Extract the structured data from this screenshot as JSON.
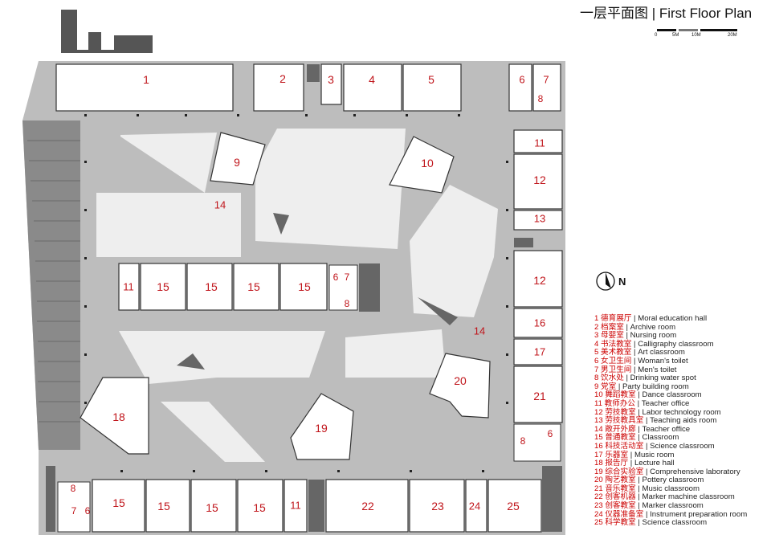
{
  "title": "一层平面图 | First Floor Plan",
  "scale_bar": {
    "labels": [
      "0",
      "5M",
      "10M",
      "20M"
    ]
  },
  "north_label": "N",
  "rooms": [
    {
      "id": "r1",
      "label": "1"
    },
    {
      "id": "r2",
      "label": "2"
    },
    {
      "id": "r3",
      "label": "3"
    },
    {
      "id": "r4",
      "label": "4"
    },
    {
      "id": "r5",
      "label": "5"
    },
    {
      "id": "r6a",
      "label": "6"
    },
    {
      "id": "r7a",
      "label": "7"
    },
    {
      "id": "r8a",
      "label": "8"
    },
    {
      "id": "r9",
      "label": "9"
    },
    {
      "id": "r10",
      "label": "10"
    },
    {
      "id": "r11a",
      "label": "11"
    },
    {
      "id": "r12a",
      "label": "12"
    },
    {
      "id": "r13",
      "label": "13"
    },
    {
      "id": "r14a",
      "label": "14"
    },
    {
      "id": "r11b",
      "label": "11"
    },
    {
      "id": "r15a",
      "label": "15"
    },
    {
      "id": "r15b",
      "label": "15"
    },
    {
      "id": "r15c",
      "label": "15"
    },
    {
      "id": "r15d",
      "label": "15"
    },
    {
      "id": "r6b",
      "label": "6"
    },
    {
      "id": "r7b",
      "label": "7"
    },
    {
      "id": "r8b",
      "label": "8"
    },
    {
      "id": "r12b",
      "label": "12"
    },
    {
      "id": "r16",
      "label": "16"
    },
    {
      "id": "r14b",
      "label": "14"
    },
    {
      "id": "r17",
      "label": "17"
    },
    {
      "id": "r20",
      "label": "20"
    },
    {
      "id": "r21",
      "label": "21"
    },
    {
      "id": "r18",
      "label": "18"
    },
    {
      "id": "r19",
      "label": "19"
    },
    {
      "id": "r8c",
      "label": "8"
    },
    {
      "id": "r6c",
      "label": "6"
    },
    {
      "id": "r8d",
      "label": "8"
    },
    {
      "id": "r7c",
      "label": "7"
    },
    {
      "id": "r6d",
      "label": "6"
    },
    {
      "id": "r15e",
      "label": "15"
    },
    {
      "id": "r15f",
      "label": "15"
    },
    {
      "id": "r15g",
      "label": "15"
    },
    {
      "id": "r15h",
      "label": "15"
    },
    {
      "id": "r11c",
      "label": "11"
    },
    {
      "id": "r22",
      "label": "22"
    },
    {
      "id": "r23",
      "label": "23"
    },
    {
      "id": "r24",
      "label": "24"
    },
    {
      "id": "r25",
      "label": "25"
    }
  ],
  "legend": [
    {
      "num": "1",
      "zh": "德育展厅",
      "en": "Moral education hall"
    },
    {
      "num": "2",
      "zh": "档案室",
      "en": "Archive room"
    },
    {
      "num": "3",
      "zh": "母婴室",
      "en": "Nursing room"
    },
    {
      "num": "4",
      "zh": "书法教室",
      "en": "Calligraphy classroom"
    },
    {
      "num": "5",
      "zh": "美术教室",
      "en": "Art classroom"
    },
    {
      "num": "6",
      "zh": "女卫生间",
      "en": "Woman's toilet"
    },
    {
      "num": "7",
      "zh": "男卫生间",
      "en": "Men's toilet"
    },
    {
      "num": "8",
      "zh": "饮水处",
      "en": "Drinking water spot"
    },
    {
      "num": "9",
      "zh": "党室",
      "en": "Party building room"
    },
    {
      "num": "10",
      "zh": "舞蹈教室",
      "en": "Dance classroom"
    },
    {
      "num": "11",
      "zh": "教师办公",
      "en": "Teacher office"
    },
    {
      "num": "12",
      "zh": "劳技教室",
      "en": "Labor technology room"
    },
    {
      "num": "13",
      "zh": "劳技教具室",
      "en": "Teaching aids room"
    },
    {
      "num": "14",
      "zh": "敞开外廊",
      "en": "Teacher office"
    },
    {
      "num": "15",
      "zh": "普通教室",
      "en": "Classroom"
    },
    {
      "num": "16",
      "zh": "科技活动室",
      "en": "Science classroom"
    },
    {
      "num": "17",
      "zh": "乐器室",
      "en": "Music room"
    },
    {
      "num": "18",
      "zh": "报告厅",
      "en": "Lecture hall"
    },
    {
      "num": "19",
      "zh": "综合实验室",
      "en": "Comprehensive laboratory"
    },
    {
      "num": "20",
      "zh": "陶艺教室",
      "en": "Pottery classroom"
    },
    {
      "num": "21",
      "zh": "音乐教室",
      "en": "Music classroom"
    },
    {
      "num": "22",
      "zh": "创客机器",
      "en": "Marker machine classroom"
    },
    {
      "num": "23",
      "zh": "创客教室",
      "en": "Marker classroom"
    },
    {
      "num": "24",
      "zh": "仪器准备室",
      "en": "Instrument preparation room"
    },
    {
      "num": "25",
      "zh": "科学教室",
      "en": "Science classroom"
    }
  ]
}
